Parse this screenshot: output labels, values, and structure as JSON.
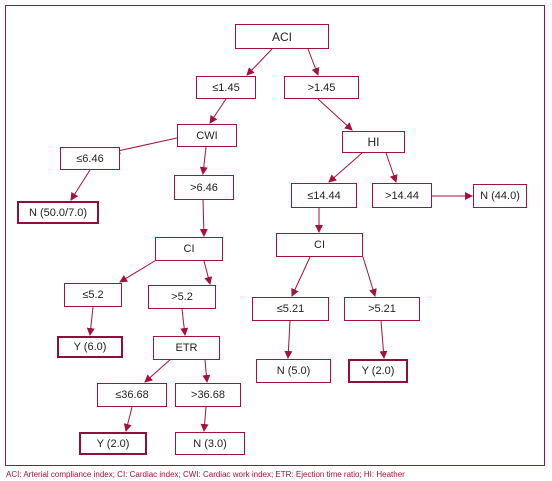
{
  "diagram": {
    "accent_color": "#a3123a",
    "leaf_border_color": "#8e1038",
    "nodes": {
      "aci": "ACI",
      "aci_le": "≤1.45",
      "aci_gt": ">1.45",
      "cwi": "CWI",
      "cwi_le": "≤6.46",
      "cwi_gt": ">6.46",
      "leaf_n_50": "N (50.0/7.0)",
      "hi": "HI",
      "hi_le": "≤14.44",
      "hi_gt": ">14.44",
      "leaf_n_44": "N (44.0)",
      "ci_left": "CI",
      "ci_left_le": "≤5.2",
      "ci_left_gt": ">5.2",
      "leaf_y_6": "Y (6.0)",
      "etr": "ETR",
      "etr_le": "≤36.68",
      "etr_gt": ">36.68",
      "leaf_y_2_left": "Y (2.0)",
      "leaf_n_3": "N (3.0)",
      "ci_right": "CI",
      "ci_right_le": "≤5.21",
      "ci_right_gt": ">5.21",
      "leaf_n_5": "N (5.0)",
      "leaf_y_2_right": "Y (2.0)"
    },
    "footnote": "ACI: Arterial compliance index; CI: Cardiac index; CWI: Cardiac work index; ETR: Ejection time ratio; HI: Heather"
  }
}
